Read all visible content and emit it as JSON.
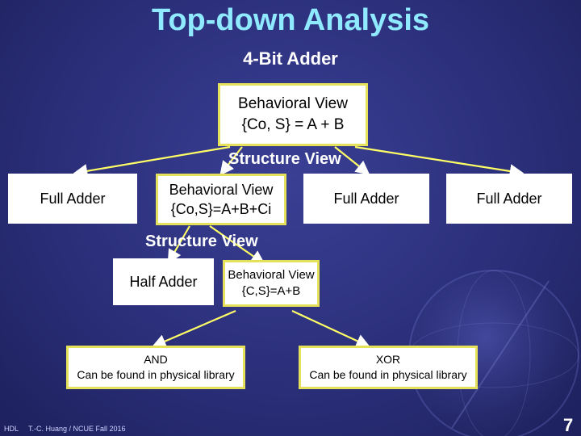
{
  "title": "Top-down Analysis",
  "subtitle": "4-Bit Adder",
  "top_box": {
    "line1": "Behavioral View",
    "line2": "{Co, S} = A + B"
  },
  "structure_view_1": "Structure View",
  "level2": {
    "left": "Full Adder",
    "behavior_line1": "Behavioral View",
    "behavior_line2": "{Co,S}=A+B+Ci",
    "right1": "Full Adder",
    "right2": "Full Adder"
  },
  "structure_view_2": "Structure View",
  "level3": {
    "half_adder": "Half Adder",
    "behavior_line1": "Behavioral View",
    "behavior_line2": "{C,S}=A+B"
  },
  "leaves": {
    "and_line1": "AND",
    "and_line2": "Can be found in physical library",
    "xor_line1": "XOR",
    "xor_line2": "Can be found in physical library"
  },
  "footer": {
    "left": "HDL",
    "credit": "T.-C. Huang / NCUE Fall 2016",
    "page": "7"
  },
  "colors": {
    "title": "#8fe9ff",
    "border": "#e6e15a",
    "background": "#2b2f7a"
  }
}
